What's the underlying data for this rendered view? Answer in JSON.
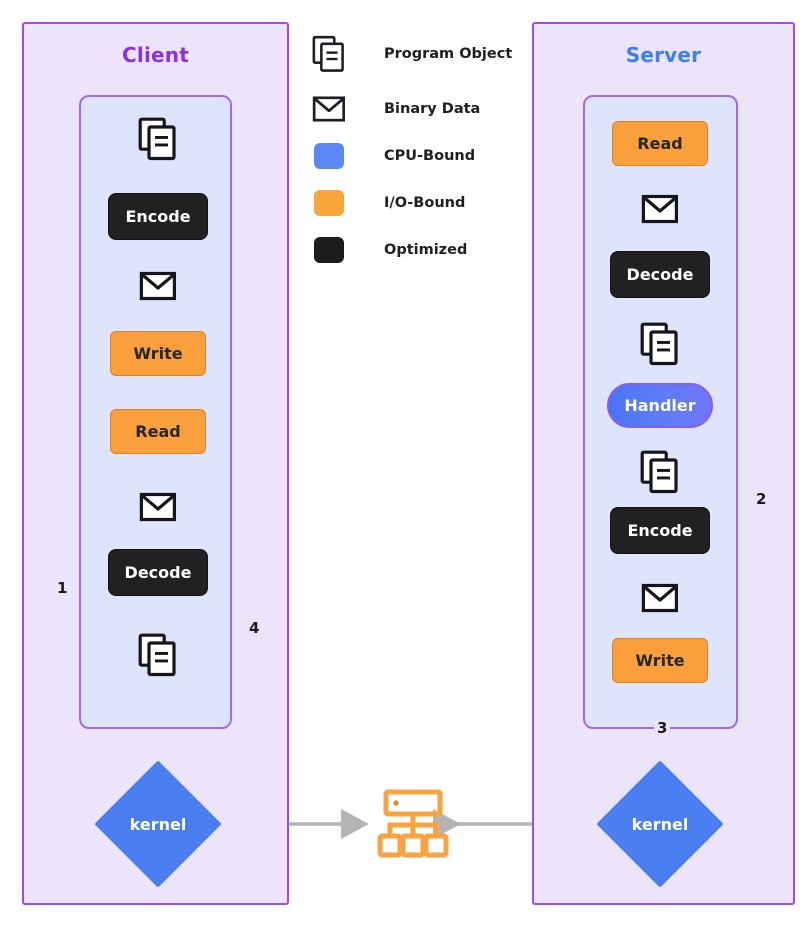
{
  "diagram": {
    "title_bar": null,
    "panels": [
      {
        "id": "client",
        "title": "Client"
      },
      {
        "id": "server",
        "title": "Server"
      }
    ],
    "legend": {
      "items": [
        {
          "icon": "program-object-icon",
          "label": "Program Object",
          "kind": "icon"
        },
        {
          "icon": "binary-data-envelope-icon",
          "label": "Binary Data",
          "kind": "icon"
        },
        {
          "icon": "cpu-bound-swatch",
          "label": "CPU-Bound",
          "kind": "swatch",
          "color": "#5b87f7"
        },
        {
          "icon": "io-bound-swatch",
          "label": "I/O-Bound",
          "kind": "swatch",
          "color": "#f9a63c"
        },
        {
          "icon": "optimized-swatch",
          "label": "Optimized",
          "kind": "swatch",
          "color": "#1c1c1c"
        }
      ]
    },
    "client_flow": [
      {
        "name": "program-object",
        "type": "icon-document",
        "label": ""
      },
      {
        "name": "encode",
        "type": "optimized",
        "label": "Encode"
      },
      {
        "name": "binary-data",
        "type": "icon-envelope",
        "label": ""
      },
      {
        "name": "write",
        "type": "io-bound",
        "label": "Write"
      },
      {
        "name": "read",
        "type": "io-bound",
        "label": "Read"
      },
      {
        "name": "binary-data-2",
        "type": "icon-envelope",
        "label": ""
      },
      {
        "name": "decode",
        "type": "optimized",
        "label": "Decode"
      },
      {
        "name": "program-object-2",
        "type": "icon-document",
        "label": ""
      }
    ],
    "server_flow": [
      {
        "name": "read",
        "type": "io-bound",
        "label": "Read"
      },
      {
        "name": "binary-data",
        "type": "icon-envelope",
        "label": ""
      },
      {
        "name": "decode",
        "type": "optimized",
        "label": "Decode"
      },
      {
        "name": "program-object",
        "type": "icon-document",
        "label": ""
      },
      {
        "name": "handler",
        "type": "cpu-bound",
        "label": "Handler"
      },
      {
        "name": "program-object-2",
        "type": "icon-document",
        "label": ""
      },
      {
        "name": "encode",
        "type": "optimized",
        "label": "Encode"
      },
      {
        "name": "binary-data-2",
        "type": "icon-envelope",
        "label": ""
      },
      {
        "name": "write",
        "type": "io-bound",
        "label": "Write"
      }
    ],
    "kernels": [
      {
        "name": "client-kernel",
        "label": "kernel"
      },
      {
        "name": "server-kernel",
        "label": "kernel"
      }
    ],
    "network": {
      "name": "network-switch-icon",
      "label": ""
    },
    "edge_labels": [
      {
        "id": "e1",
        "label": "1"
      },
      {
        "id": "e2",
        "label": "2"
      },
      {
        "id": "e3",
        "label": "3"
      },
      {
        "id": "e4",
        "label": "4"
      }
    ],
    "colors": {
      "panel_fill": "#ece4fa",
      "panel_border": "#9a4df0",
      "subgraph_fill": "#dde4fb",
      "subgraph_border": "#a06bf0",
      "optimized": "#212121",
      "io_bound": "#f9a03c",
      "cpu_bound": "#4d78f5",
      "kernel": "#4a7ef0",
      "flow_arrow": "#b6bac4",
      "orange_edge": "#f6a12e",
      "red_edge": "#e8534a",
      "gray_edge": "#b4b4b4",
      "client_title": "#8b30e8",
      "server_title": "#3d7df6"
    }
  }
}
